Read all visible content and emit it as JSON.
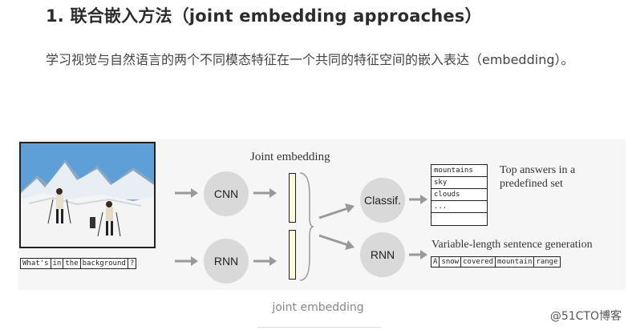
{
  "heading": "1. 联合嵌入方法（joint embedding approaches）",
  "paragraph": "学习视觉与自然语言的两个不同模态特征在一个共同的特征空间的嵌入表达（embedding）。",
  "figure": {
    "joint_label": "Joint embedding",
    "question_words": [
      "What's",
      "in",
      "the",
      "background",
      "?"
    ],
    "cnn_label": "CNN",
    "rnn_label_left": "RNN",
    "classif_label": "Classif.",
    "rnn_label_right": "RNN",
    "answers": [
      "mountains",
      "sky",
      "clouds",
      "...",
      ""
    ],
    "top_answers_text": "Top answers in a predefined set",
    "variable_text": "Variable-length sentence generation",
    "sentence_words": [
      "A",
      "snow",
      "covered",
      "mountain",
      "range"
    ],
    "colors": {
      "circle": "#d9d9d9",
      "vector": "#fff8dc",
      "arrow": "#999999"
    }
  },
  "caption": "joint embedding",
  "watermark": "@51CTO博客"
}
